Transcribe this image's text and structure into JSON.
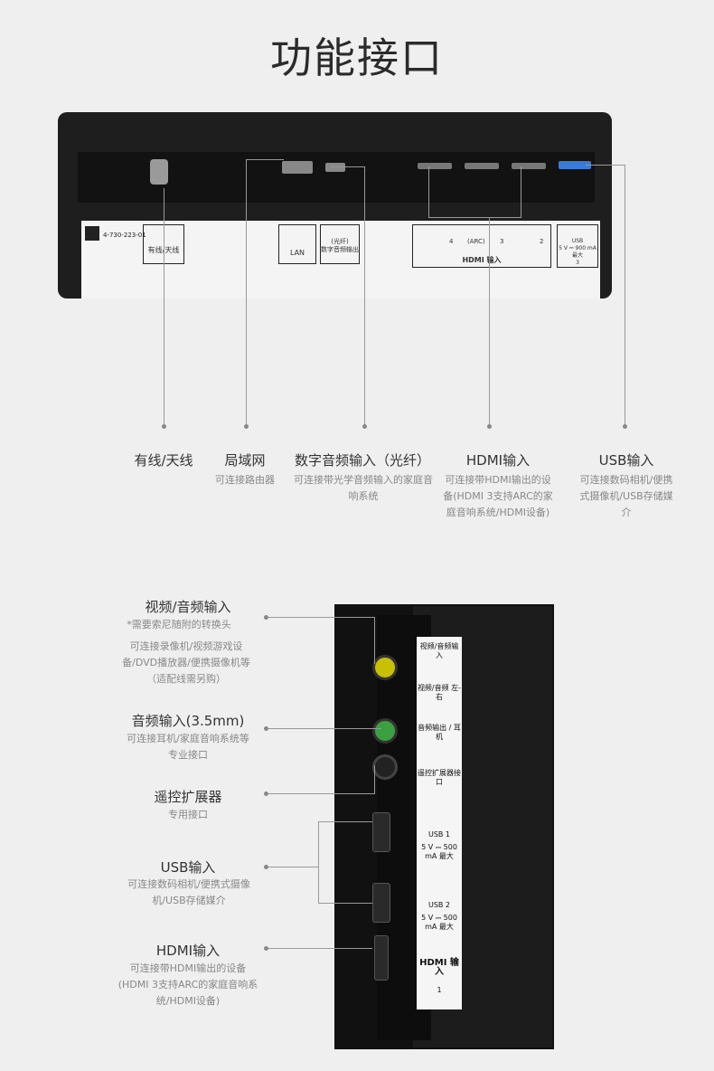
{
  "page": {
    "title": "功能接口"
  },
  "top_features": [
    {
      "title": "有线/天线",
      "desc": ""
    },
    {
      "title": "局域网",
      "desc": "可连接路由器"
    },
    {
      "title": "数字音频输入（光纤）",
      "desc": "可连接带光学音频输入的家庭音响系统"
    },
    {
      "title": "HDMI输入",
      "desc": "可连接带HDMI输出的设备(HDMI 3支持ARC的家庭音响系统/HDMI设备)"
    },
    {
      "title": "USB输入",
      "desc": "可连接数码相机/便携式摄像机/USB存储媒介"
    }
  ],
  "side_features": [
    {
      "title": "视频/音频输入",
      "note": "*需要索尼随附的转换头",
      "desc": "可连接录像机/视频游戏设备/DVD播放器/便携摄像机等（适配线需另购）"
    },
    {
      "title": "音频输入(3.5mm)",
      "note": "",
      "desc": "可连接耳机/家庭音响系统等专业接口"
    },
    {
      "title": "遥控扩展器",
      "note": "",
      "desc": "专用接口"
    },
    {
      "title": "USB输入",
      "note": "",
      "desc": "可连接数码相机/便携式摄像机/USB存储媒介"
    },
    {
      "title": "HDMI输入",
      "note": "",
      "desc": "可连接带HDMI输出的设备(HDMI 3支持ARC的家庭音响系统/HDMI设备)"
    }
  ],
  "rear_panel_labels": {
    "antenna": "有线/天线",
    "lan": "LAN",
    "optical_top": "(光纤)",
    "optical_bottom": "数字音频输出",
    "arc": "(ARC)",
    "hdmi": "HDMI 输入",
    "hdmi_4": "4",
    "hdmi_3": "3",
    "hdmi_2": "2",
    "usb": "USB",
    "usb_spec": "5 V ⎓ 900 mA 最大",
    "usb_num": "3",
    "model_code": "4-730-223-01"
  },
  "side_panel_labels": {
    "av": "视频/音频输入",
    "av_sub": "视频/音频 左-右",
    "audio_out": "音频输出 / 耳机",
    "ir": "遥控扩展器接口",
    "usb1": "USB 1",
    "usb1_spec": "5 V ⎓ 500 mA 最大",
    "usb2": "USB 2",
    "usb2_spec": "5 V ⎓ 500 mA 最大",
    "hdmi": "HDMI 输入",
    "hdmi_num": "1"
  }
}
